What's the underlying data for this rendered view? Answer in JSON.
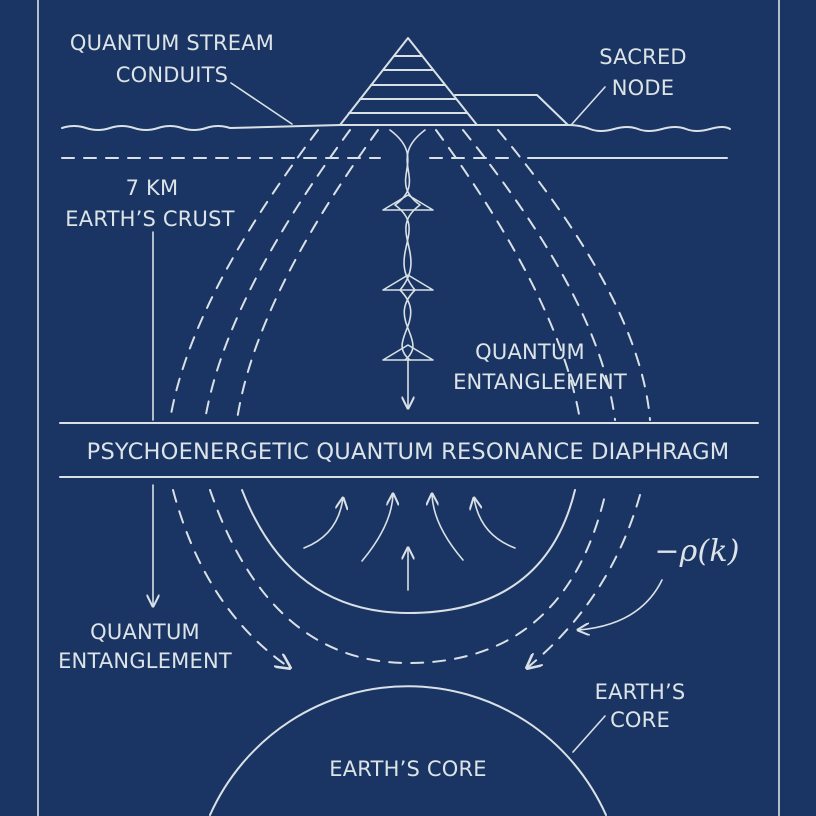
{
  "labels": {
    "conduits_line1": "QUANTUM STREAM",
    "conduits_line2": "CONDUITS",
    "sacred_line1": "SACRED",
    "sacred_line2": "NODE",
    "crust_line1": "7 KM",
    "crust_line2": "EARTH’S CRUST",
    "entangle_upper_line1": "QUANTUM",
    "entangle_upper_line2": "ENTANGLEMENT",
    "diaphragm": "PSYCHOENERGETIC QUANTUM RESONANCE DIAPHRAGM",
    "rho": "−ρ(k)",
    "entangle_lower_line1": "QUANTUM",
    "entangle_lower_line2": "ENTANGLEMENT",
    "core_side_line1": "EARTH’S",
    "core_side_line2": "CORE",
    "core_center": "EARTH’S CORE"
  },
  "colors": {
    "background": "#1a3563",
    "ink": "#d9e1e6"
  }
}
